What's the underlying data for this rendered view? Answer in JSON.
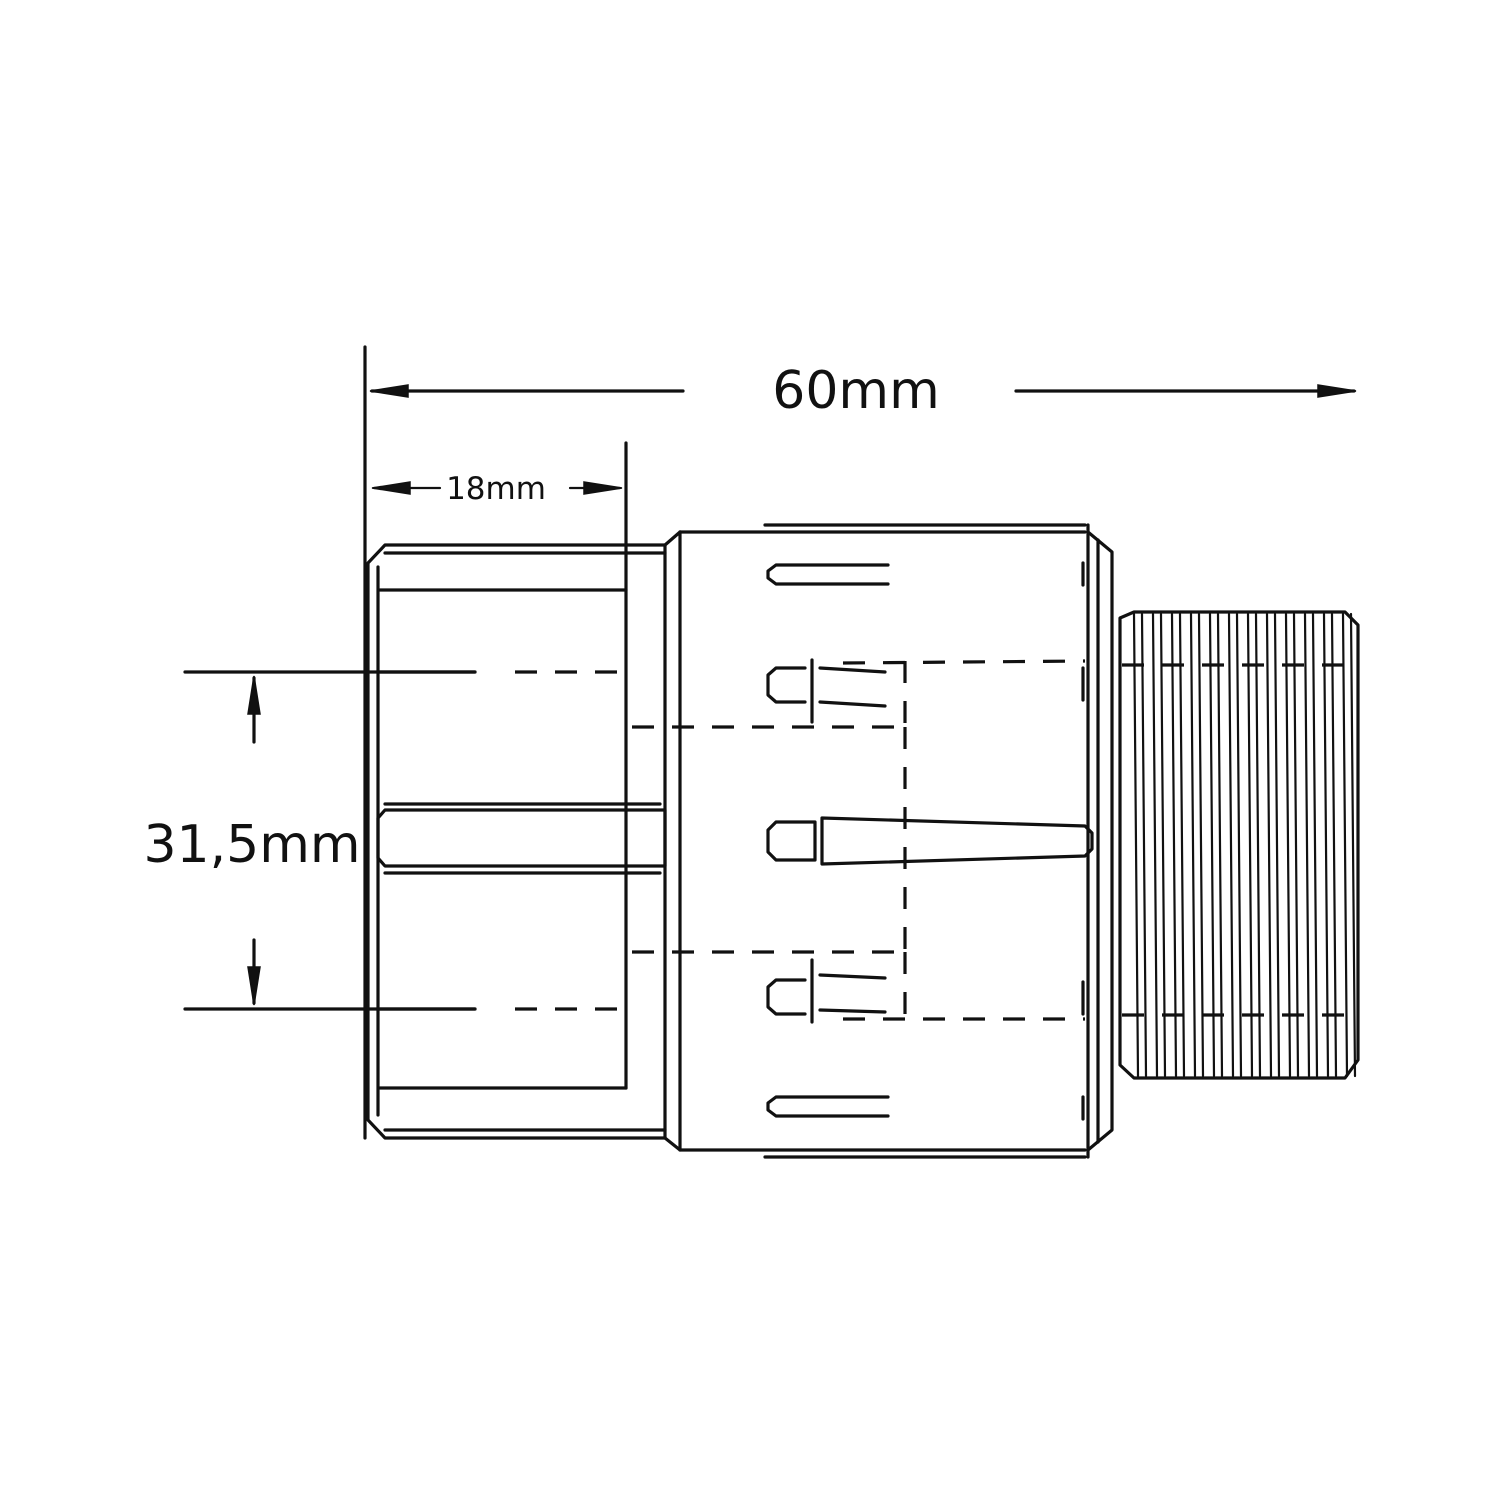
{
  "dimensions": {
    "overall_length": "60mm",
    "socket_depth": "18mm",
    "inner_diameter": "31,5mm"
  },
  "colors": {
    "line": "#111111",
    "background": "#ffffff"
  }
}
